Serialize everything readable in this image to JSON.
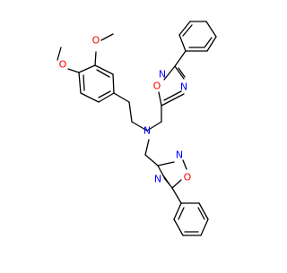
{
  "diagram": {
    "type": "structural-formula",
    "atom_labels": [
      {
        "id": "o-methoxy-top",
        "text": "O"
      },
      {
        "id": "o-methoxy-left",
        "text": "O"
      },
      {
        "id": "n-central",
        "text": "N"
      },
      {
        "id": "ring1-o",
        "text": "O"
      },
      {
        "id": "ring1-n-top",
        "text": "N"
      },
      {
        "id": "ring1-n-bottom",
        "text": "N"
      },
      {
        "id": "ring2-o",
        "text": "O"
      },
      {
        "id": "ring2-n-top",
        "text": "N"
      },
      {
        "id": "ring2-n-bottom",
        "text": "N"
      }
    ],
    "colors": {
      "bond": "#000000",
      "oxygen": "#ff0000",
      "nitrogen": "#0000ff"
    }
  }
}
